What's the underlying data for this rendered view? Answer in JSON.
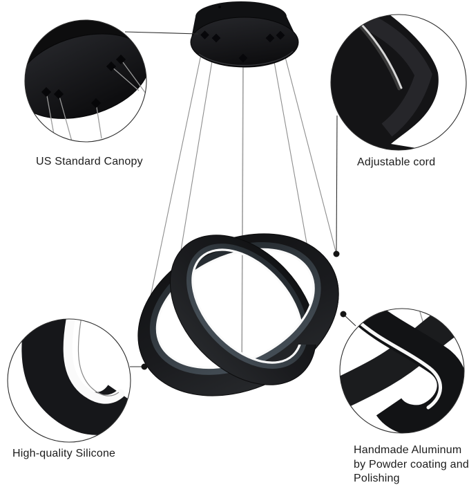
{
  "figure": {
    "background_color": "#ffffff",
    "outline_color": "#2d2d2d",
    "cable_color": "#8d8d8d",
    "metal_color": "#17181a",
    "inner_face_color": "#39424b",
    "led_strip_color": "#fafafa",
    "callouts": [
      {
        "id": "canopy",
        "label": "US Standard Canopy"
      },
      {
        "id": "cord",
        "label": "Adjustable cord"
      },
      {
        "id": "silicone",
        "label": "High-quality Silicone"
      },
      {
        "id": "aluminum",
        "label": "Handmade Aluminum by Powder coating and Polishing",
        "lines": [
          "Handmade Aluminum",
          "by Powder coating and",
          "Polishing"
        ]
      }
    ]
  }
}
